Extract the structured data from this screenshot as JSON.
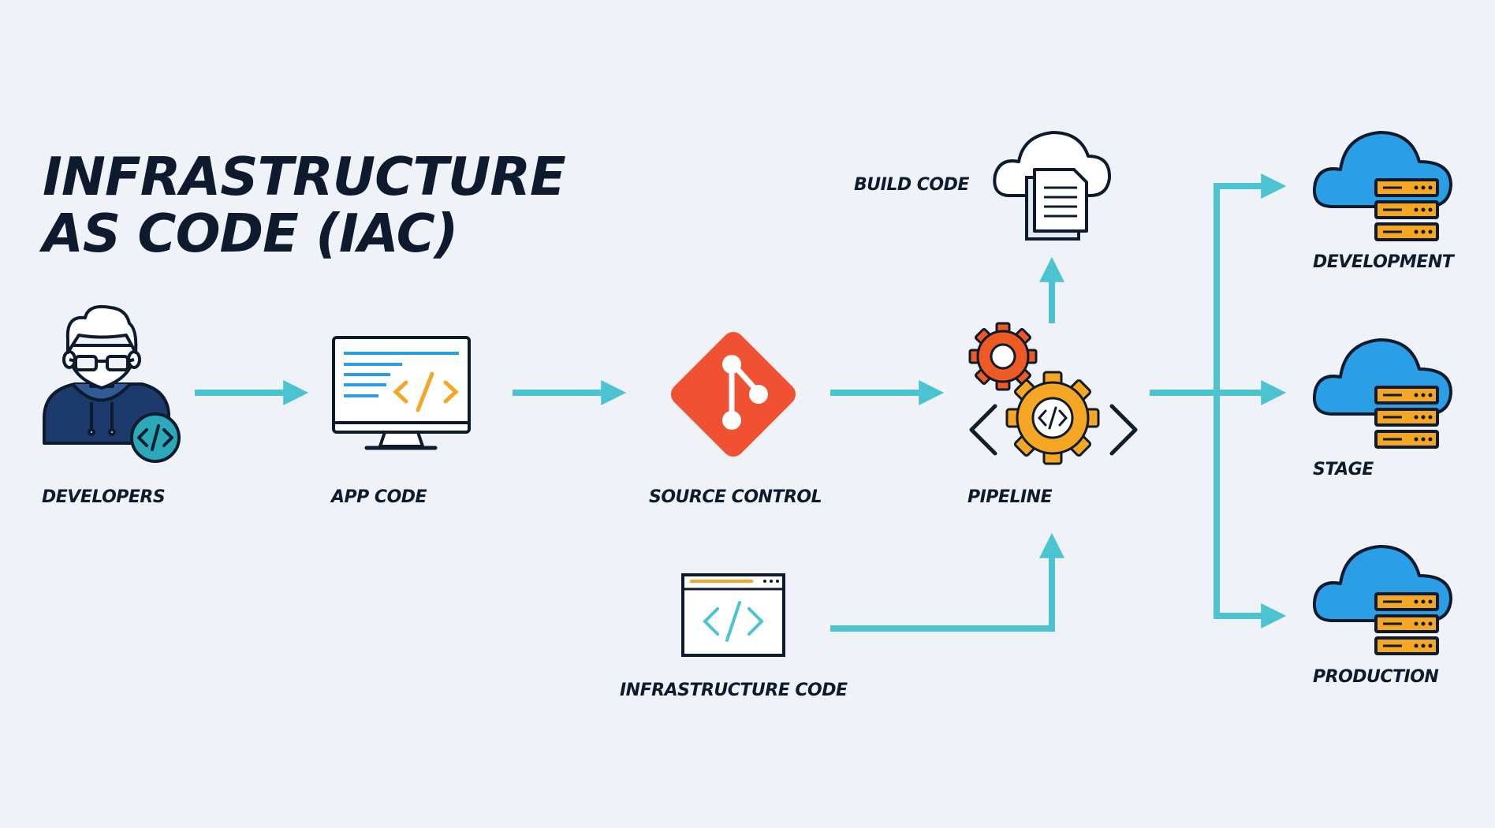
{
  "title": {
    "line1": "INFRASTRUCTURE",
    "line2": "AS CODE (IAC)"
  },
  "nodes": {
    "developers": "DEVELOPERS",
    "app_code": "APP CODE",
    "source_control": "SOURCE CONTROL",
    "pipeline": "PIPELINE",
    "build_code": "BUILD CODE",
    "infrastructure_code": "INFRASTRUCTURE CODE",
    "development": "DEVELOPMENT",
    "stage": "STAGE",
    "production": "PRODUCTION"
  },
  "colors": {
    "background": "#eff3f7",
    "text": "#0e1b2e",
    "arrow": "#4cc3d1",
    "git": "#f05133",
    "cloud": "#2a9fe6",
    "server": "#f5a623",
    "gear_orange": "#f5a623",
    "gear_red": "#ee5a24",
    "navy": "#1c3a6b"
  },
  "icons": [
    "developer-icon",
    "monitor-code-icon",
    "git-icon",
    "pipeline-gears-icon",
    "build-cloud-document-icon",
    "code-window-icon",
    "cloud-server-icon"
  ]
}
